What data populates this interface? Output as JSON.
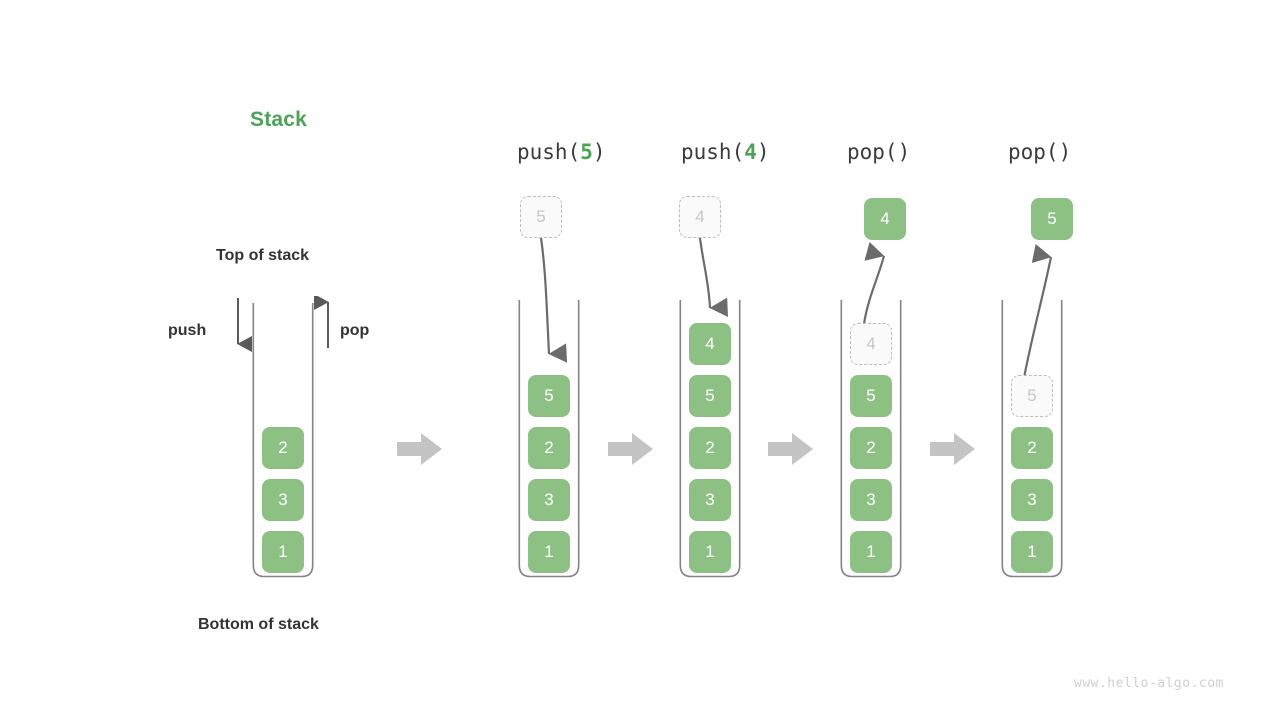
{
  "title": "Stack",
  "labels": {
    "top_of_stack": "Top of stack",
    "bottom_of_stack": "Bottom of stack",
    "push": "push",
    "pop": "pop"
  },
  "colors": {
    "accent_green": "#4CA256",
    "box_green": "#8CC183",
    "ghost_fill": "#fafafa",
    "ghost_border": "#bdbdbd",
    "ghost_text": "#c6c6c6",
    "text_dark": "#333333",
    "step_arrow_gray": "#c4c4c4",
    "curve_arrow_gray": "#6b6b6b",
    "watermark_gray": "#cfcfcf"
  },
  "watermark": "www.hello-algo.com",
  "initial_stack": {
    "elements": [
      "1",
      "3",
      "2"
    ],
    "bottom_to_top": [
      "1",
      "3",
      "2"
    ],
    "push_arrow_label": "push",
    "pop_arrow_label": "pop"
  },
  "steps": [
    {
      "id": "push-5",
      "header_prefix": "push(",
      "header_arg": "5",
      "header_suffix": ")",
      "header_full": "push(5)",
      "operation": "push",
      "operand": "5",
      "floating_box": {
        "value": "5",
        "style": "ghost",
        "position": "above"
      },
      "arrow_direction": "down",
      "stack_bottom_to_top": [
        "1",
        "3",
        "2",
        "5"
      ],
      "ghost_in_stack": null
    },
    {
      "id": "push-4",
      "header_prefix": "push(",
      "header_arg": "4",
      "header_suffix": ")",
      "header_full": "push(4)",
      "operation": "push",
      "operand": "4",
      "floating_box": {
        "value": "4",
        "style": "ghost",
        "position": "above"
      },
      "arrow_direction": "down",
      "stack_bottom_to_top": [
        "1",
        "3",
        "2",
        "5",
        "4"
      ],
      "ghost_in_stack": null
    },
    {
      "id": "pop-1",
      "header_prefix": "pop(",
      "header_arg": "",
      "header_suffix": ")",
      "header_full": "pop()",
      "operation": "pop",
      "operand": "4",
      "floating_box": {
        "value": "4",
        "style": "solid",
        "position": "above"
      },
      "arrow_direction": "up",
      "stack_bottom_to_top": [
        "1",
        "3",
        "2",
        "5"
      ],
      "ghost_in_stack": {
        "value": "4",
        "slot": 4
      }
    },
    {
      "id": "pop-2",
      "header_prefix": "pop(",
      "header_arg": "",
      "header_suffix": ")",
      "header_full": "pop()",
      "operation": "pop",
      "operand": "5",
      "floating_box": {
        "value": "5",
        "style": "solid",
        "position": "above"
      },
      "arrow_direction": "up",
      "stack_bottom_to_top": [
        "1",
        "3",
        "2"
      ],
      "ghost_in_stack": {
        "value": "5",
        "slot": 3
      }
    }
  ],
  "step_separators": [
    "arrow-right",
    "arrow-right",
    "arrow-right",
    "arrow-right"
  ]
}
